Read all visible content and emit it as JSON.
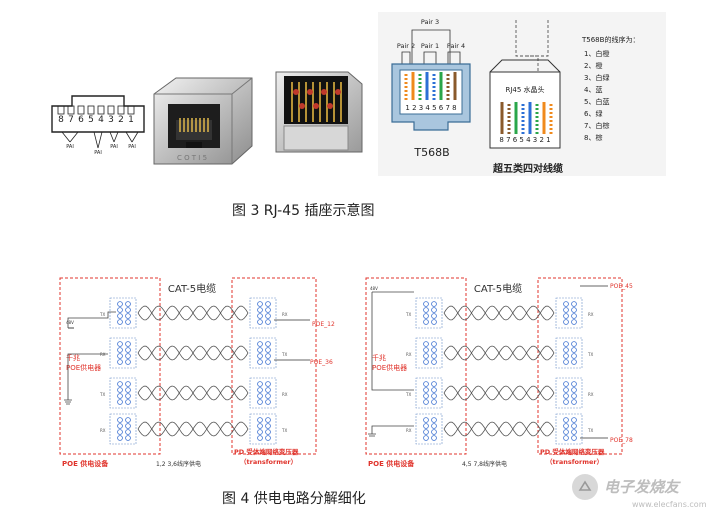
{
  "figure3": {
    "caption": "图 3 RJ-45 插座示意图",
    "pin_numbers": [
      "8",
      "7",
      "6",
      "5",
      "4",
      "3",
      "2",
      "1"
    ],
    "pair_labels": [
      "PAI",
      "PAI",
      "PAI",
      "PAI"
    ],
    "jack_front_label": "C O T I 5",
    "t568b": {
      "pair3": "Pair 3",
      "pair2": "Pair 2",
      "pair1": "Pair 1",
      "pair4": "Pair 4",
      "pins": "1 2 3 4 5 6 7 8",
      "name": "T568B",
      "plug_label": "RJ45 水晶头",
      "plug_pins": "8 7 6 5 4 3 2 1",
      "wire_order_title": "T568B的线序为：",
      "wire_order": [
        "1、白橙",
        "2、橙",
        "3、白绿",
        "4、蓝",
        "5、白蓝",
        "6、绿",
        "7、白棕",
        "8、棕"
      ],
      "cable_title": "超五类四对线缆"
    },
    "colors": {
      "orange": "#f08a1c",
      "green": "#2aa64a",
      "blue": "#2b6fd6",
      "brown": "#8a5a2b"
    }
  },
  "figure4": {
    "caption": "图 4 供电电路分解细化",
    "left": {
      "cable": "CAT-5电缆",
      "pse_label": [
        "千兆",
        "POE供电器"
      ],
      "poe_a": "POE_12",
      "poe_b": "POE_36",
      "pse_box": "POE 供电设备",
      "mode": "1,2 3,6线序供电",
      "pd_box": [
        "PD 受体端网络变压器",
        "（transformer）"
      ],
      "v48": "48V"
    },
    "right": {
      "cable": "CAT-5电缆",
      "pse_label": [
        "千兆",
        "POE供电器"
      ],
      "poe_a": "POE_45",
      "poe_b": "POE_78",
      "pse_box": "POE 供电设备",
      "mode": "4,5 7,8线序供电",
      "pd_box": [
        "PD 受体端网络变压器",
        "（transformer）"
      ],
      "v48": "48V"
    },
    "colors": {
      "box": "#e0342c",
      "wire": "#444444",
      "coil": "#3a6fd0",
      "label": "#e0342c"
    }
  },
  "watermark": {
    "text": "电子发烧友",
    "url": "www.elecfans.com"
  }
}
